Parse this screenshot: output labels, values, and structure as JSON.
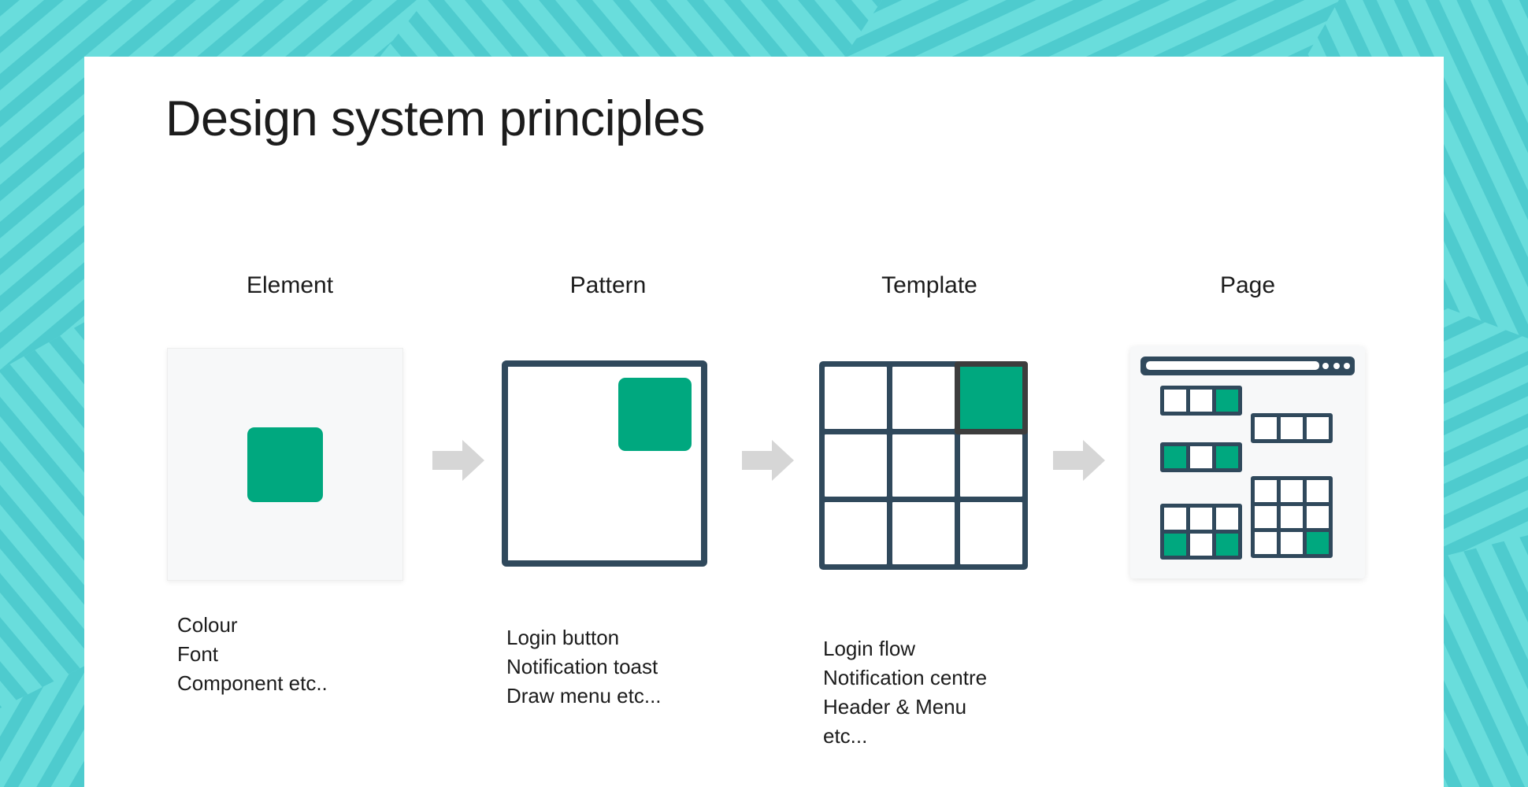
{
  "title": "Design system principles",
  "columns": [
    {
      "label": "Element",
      "notes": [
        "Colour",
        "Font",
        "Component etc.."
      ]
    },
    {
      "label": "Pattern",
      "notes": [
        "Login button",
        "Notification toast",
        "Draw menu etc..."
      ]
    },
    {
      "label": "Template",
      "notes": [
        "Login flow",
        "Notification centre",
        "Header & Menu",
        "etc..."
      ]
    },
    {
      "label": "Page",
      "notes": []
    }
  ],
  "icons": {
    "arrow": "right-arrow-icon",
    "browser_dots": "window-buttons"
  },
  "colors": {
    "green": "#00a87f",
    "navy": "#30495c",
    "dark_border": "#3d3d3d",
    "arrow_gray": "#d6d6d6",
    "bg_teal_light": "#69dddc",
    "bg_teal_stripe": "#4ecbce",
    "card_white": "#ffffff",
    "panel_gray": "#f7f8f9",
    "text_dark": "#1c1c1c"
  },
  "page_mockup": {
    "block_a": [
      "w",
      "w",
      "g"
    ],
    "block_b": [
      "w",
      "w",
      "w"
    ],
    "block_c": [
      "g",
      "w",
      "g"
    ],
    "block_d": [
      [
        "w",
        "w",
        "w"
      ],
      [
        "g",
        "w",
        "g"
      ]
    ],
    "block_e": [
      [
        "w",
        "w",
        "w"
      ],
      [
        "w",
        "w",
        "w"
      ],
      [
        "w",
        "w",
        "g"
      ]
    ]
  },
  "template_grid": {
    "rows": 3,
    "cols": 3,
    "highlighted_cell": "top-right"
  }
}
